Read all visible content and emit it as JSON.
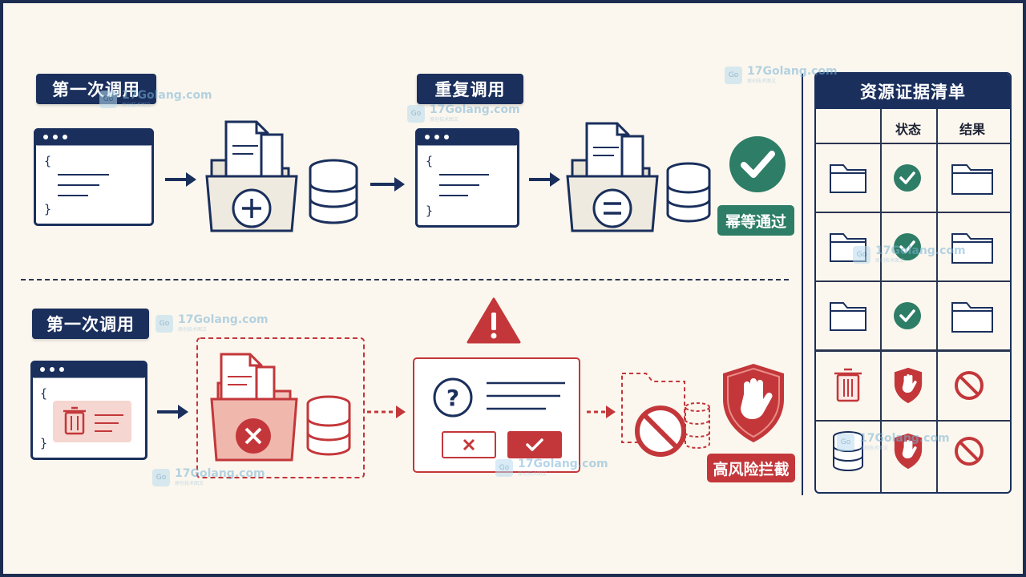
{
  "row1": {
    "label_first": "第一次调用",
    "label_repeat": "重复调用",
    "badge": "幂等通过"
  },
  "row2": {
    "label_first": "第一次调用",
    "badge": "高风险拦截"
  },
  "checklist": {
    "title": "资源证据清单",
    "headers": [
      "状态",
      "结果"
    ],
    "rows": [
      {
        "resource": "folder-icon",
        "status": "check-icon",
        "result": "folder-icon"
      },
      {
        "resource": "folder-icon",
        "status": "check-icon",
        "result": "folder-icon"
      },
      {
        "resource": "folder-icon",
        "status": "check-icon",
        "result": "folder-icon"
      },
      {
        "resource": "trash-icon",
        "status": "shield-hand-icon",
        "result": "prohibited-icon"
      },
      {
        "resource": "database-icon",
        "status": "shield-hand-icon",
        "result": "prohibited-icon"
      }
    ]
  },
  "watermark": {
    "text": "17Golang.com",
    "sub": "原创技术图文"
  },
  "colors": {
    "navy": "#1a2f5c",
    "green": "#2e7d66",
    "red": "#c3373a",
    "background": "#fbf7ee"
  }
}
